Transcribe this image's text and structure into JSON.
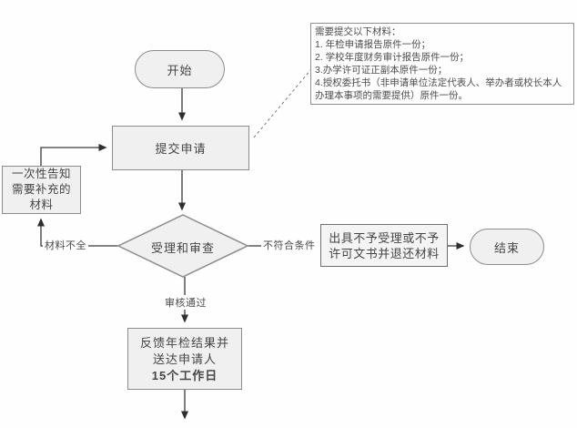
{
  "flowchart": {
    "nodes": {
      "start": {
        "label": "开始"
      },
      "submit": {
        "label": "提交申请"
      },
      "notify": {
        "label": "一次性告知需要补充的材料"
      },
      "review": {
        "label": "受理和审查"
      },
      "reject": {
        "label": "出具不予受理或不予许可文书并退还材料"
      },
      "end": {
        "label": "结束"
      },
      "feedback": {
        "line1": "反馈年检结果并",
        "line2": "送达申请人",
        "line3": "15个工作日"
      }
    },
    "edge_labels": {
      "incomplete": "材料不全",
      "not_qualified": "不符合条件",
      "approved": "审核通过"
    },
    "note": {
      "title": "需要提交以下材料：",
      "items": [
        "1. 年检申请报告原件一份；",
        "2. 学校年度财务审计报告原件一份；",
        "3.办学许可证正副本原件一份；",
        "4.授权委托书（非申请单位法定代表人、举办者或校长本人办理本事项的需要提供）原件一份。"
      ]
    },
    "colors": {
      "shape_fill": "#f0f0f0",
      "shape_border": "#8c8c8c",
      "connector": "#3a3a3a",
      "dashed_connector": "#7a7a7a"
    }
  }
}
